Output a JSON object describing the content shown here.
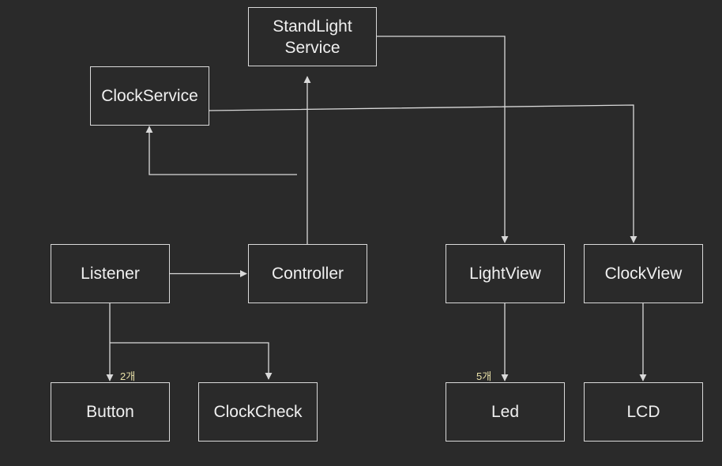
{
  "diagram": {
    "nodes": {
      "standlight_service": "StandLight\nService",
      "clock_service": "ClockService",
      "listener": "Listener",
      "controller": "Controller",
      "light_view": "LightView",
      "clock_view": "ClockView",
      "button": "Button",
      "clock_check": "ClockCheck",
      "led": "Led",
      "lcd": "LCD"
    },
    "edges": [
      {
        "from": "listener",
        "to": "controller"
      },
      {
        "from": "listener",
        "to": "button",
        "label": "2개"
      },
      {
        "from": "listener",
        "to": "clock_check"
      },
      {
        "from": "controller",
        "to": "standlight_service"
      },
      {
        "from": "controller",
        "to": "clock_service"
      },
      {
        "from": "standlight_service",
        "to": "light_view"
      },
      {
        "from": "clock_service",
        "to": "clock_view"
      },
      {
        "from": "light_view",
        "to": "led",
        "label": "5개"
      },
      {
        "from": "clock_view",
        "to": "lcd"
      }
    ],
    "edge_labels": {
      "button_count": "2개",
      "led_count": "5개"
    },
    "colors": {
      "background": "#2a2a2a",
      "stroke": "#d9d9d9",
      "text": "#f0f0f0",
      "label": "#e8e0a8"
    }
  }
}
